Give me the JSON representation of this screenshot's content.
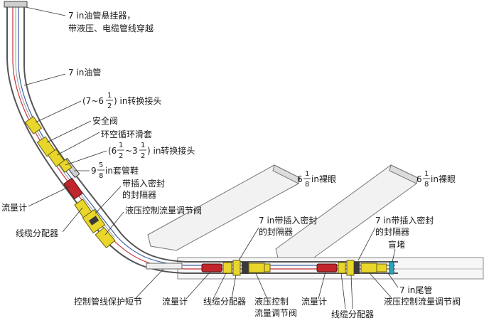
{
  "labels": {
    "hanger_line1": "7 in油管悬挂器，",
    "hanger_line2": "带液压、电缆管线穿越",
    "tubing": "7 in油管",
    "xover1_pre": "(7~6",
    "xover1_num": "1",
    "xover1_den": "2",
    "xover1_post": ") in转换接头",
    "safety_valve": "安全阀",
    "sleeve": "环空循环滑套",
    "xover2_pre": "(6",
    "xover2_n1": "1",
    "xover2_d1": "2",
    "xover2_mid": "~3",
    "xover2_n2": "1",
    "xover2_d2": "2",
    "xover2_post": ") in转换接头",
    "shoe_whole": "9",
    "shoe_num": "5",
    "shoe_den": "8",
    "shoe_post": " in套管鞋",
    "packer_top_l1": "带插入密封",
    "packer_top_l2": "的封隔器",
    "flowmeter_left": "流量计",
    "hydraulic_valve_left": "液压控制流量调节阀",
    "splitter_left": "线缆分配器",
    "open_hole_1_whole": "6",
    "open_hole_1_num": "1",
    "open_hole_1_den": "8",
    "open_hole_1_post": " in裸眼",
    "open_hole_2_whole": "6",
    "open_hole_2_num": "1",
    "open_hole_2_den": "8",
    "open_hole_2_post": " in裸眼",
    "packer_mid_l1": "7 in带插入密封",
    "packer_mid_l2": "的封隔器",
    "packer_right_l1": "7 in带插入密封",
    "packer_right_l2": "的封隔器",
    "blind_plug": "盲堵",
    "liner": "7 in尾管",
    "protector": "控制管线保护短节",
    "flowmeter_b1": "流量计",
    "splitter_b1": "线缆分配器",
    "valve_b1_l1": "液压控制",
    "valve_b1_l2": "流量调节阀",
    "flowmeter_b2": "流量计",
    "splitter_b2": "线缆分配器",
    "valve_b2": "液压控制流量调节阀"
  },
  "colors": {
    "tool_yellow": "#e8d62a",
    "flowmeter_red": "#c0262b",
    "pipe_outline": "#555555",
    "control_line_red": "#c8323a",
    "control_line_blue": "#3c5fa8",
    "blind_plug": "#27a6b8"
  }
}
